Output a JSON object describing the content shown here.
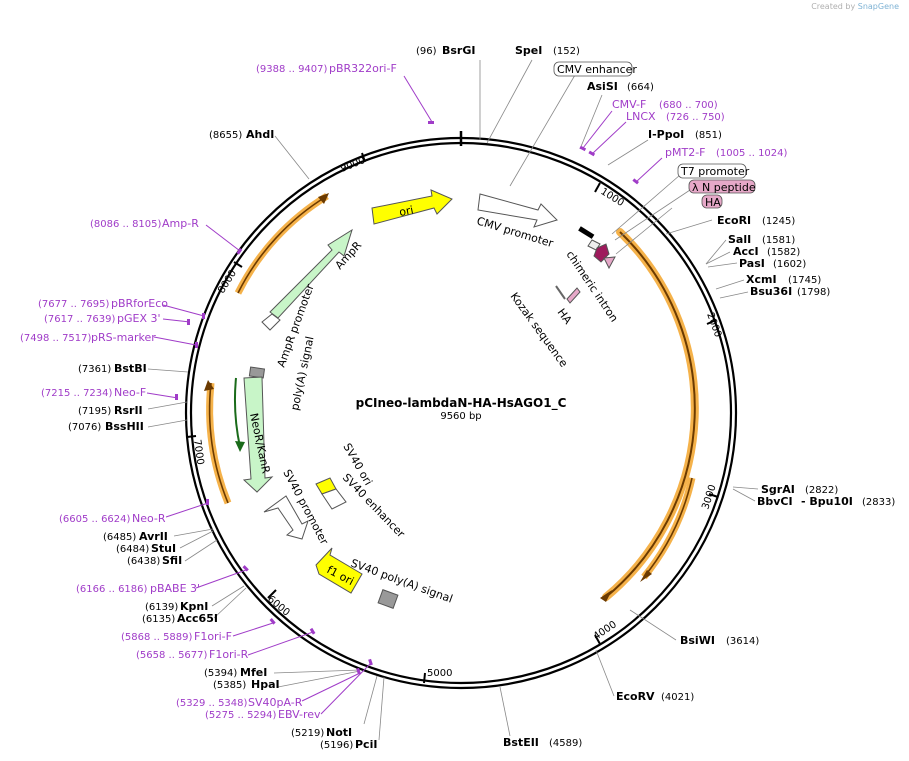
{
  "credit": {
    "prefix": "Created by",
    "brand": "SnapGene"
  },
  "plasmid": {
    "name": "pCIneo-lambdaN-HA-HsAGO1_C",
    "length_label": "9560 bp",
    "total_bp": 9560
  },
  "ticks": [
    "1000",
    "2000",
    "3000",
    "4000",
    "5000",
    "6000",
    "7000",
    "8000",
    "9000"
  ],
  "enzymes": [
    {
      "name": "BsrGI",
      "pos": "(96)"
    },
    {
      "name": "SpeI",
      "pos": "(152)"
    },
    {
      "name": "AsiSI",
      "pos": "(664)"
    },
    {
      "name": "I-PpoI",
      "pos": "(851)"
    },
    {
      "name": "EcoRI",
      "pos": "(1245)"
    },
    {
      "name": "SalI",
      "pos": "(1581)"
    },
    {
      "name": "AccI",
      "pos": "(1582)"
    },
    {
      "name": "PasI",
      "pos": "(1602)"
    },
    {
      "name": "XcmI",
      "pos": "(1745)"
    },
    {
      "name": "Bsu36I",
      "pos": "(1798)"
    },
    {
      "name": "SgrAI",
      "pos": "(2822)"
    },
    {
      "name": "BbvCI",
      "pos": ""
    },
    {
      "name": "- Bpu10I",
      "pos": "(2833)"
    },
    {
      "name": "BsiWI",
      "pos": "(3614)"
    },
    {
      "name": "EcoRV",
      "pos": "(4021)"
    },
    {
      "name": "BstEII",
      "pos": "(4589)"
    },
    {
      "name": "PciI",
      "pos": "(5196)"
    },
    {
      "name": "NotI",
      "pos": "(5219)"
    },
    {
      "name": "HpaI",
      "pos": "(5385)"
    },
    {
      "name": "MfeI",
      "pos": "(5394)"
    },
    {
      "name": "Acc65I",
      "pos": "(6135)"
    },
    {
      "name": "KpnI",
      "pos": "(6139)"
    },
    {
      "name": "SfiI",
      "pos": "(6438)"
    },
    {
      "name": "StuI",
      "pos": "(6484)"
    },
    {
      "name": "AvrII",
      "pos": "(6485)"
    },
    {
      "name": "BssHII",
      "pos": "(7076)"
    },
    {
      "name": "RsrII",
      "pos": "(7195)"
    },
    {
      "name": "BstBI",
      "pos": "(7361)"
    },
    {
      "name": "AhdI",
      "pos": "(8655)"
    }
  ],
  "primers": [
    {
      "name": "pBR322ori-F",
      "range": "(9388 .. 9407)"
    },
    {
      "name": "CMV-F",
      "range": "(680 .. 700)"
    },
    {
      "name": "LNCX",
      "range": "(726 .. 750)"
    },
    {
      "name": "pMT2-F",
      "range": "(1005 .. 1024)"
    },
    {
      "name": "Amp-R",
      "range": "(8086 .. 8105)"
    },
    {
      "name": "pBRforEco",
      "range": "(7677 .. 7695)"
    },
    {
      "name": "pGEX 3'",
      "range": "(7617 .. 7639)"
    },
    {
      "name": "pRS-marker",
      "range": "(7498 .. 7517)"
    },
    {
      "name": "Neo-F",
      "range": "(7215 .. 7234)"
    },
    {
      "name": "Neo-R",
      "range": "(6605 .. 6624)"
    },
    {
      "name": "pBABE 3'",
      "range": "(6166 .. 6186)"
    },
    {
      "name": "F1ori-F",
      "range": "(5868 .. 5889)"
    },
    {
      "name": "F1ori-R",
      "range": "(5658 .. 5677)"
    },
    {
      "name": "SV40pA-R",
      "range": "(5329 .. 5348)"
    },
    {
      "name": "EBV-rev",
      "range": "(5275 .. 5294)"
    }
  ],
  "boxed_labels": [
    "CMV enhancer",
    "T7 promoter"
  ],
  "pink_labels": [
    "λ N peptide",
    "HA"
  ],
  "features": [
    "ori",
    "CMV promoter",
    "chimeric intron",
    "Kozak sequence",
    "HA",
    "AmpR",
    "AmpR promoter",
    "poly(A) signal",
    "NeoR/KanR",
    "SV40 promoter",
    "SV40 ori",
    "SV40 enhancer",
    "f1 ori",
    "SV40 poly(A) signal"
  ],
  "colors": {
    "primer": "#a03cc8",
    "ori": "#ffff00",
    "ampr": "#c8f5c8",
    "orf": "#f5b24a",
    "pink": "#e6a8c8",
    "magenta": "#9e1a5c",
    "gray": "#999999"
  }
}
